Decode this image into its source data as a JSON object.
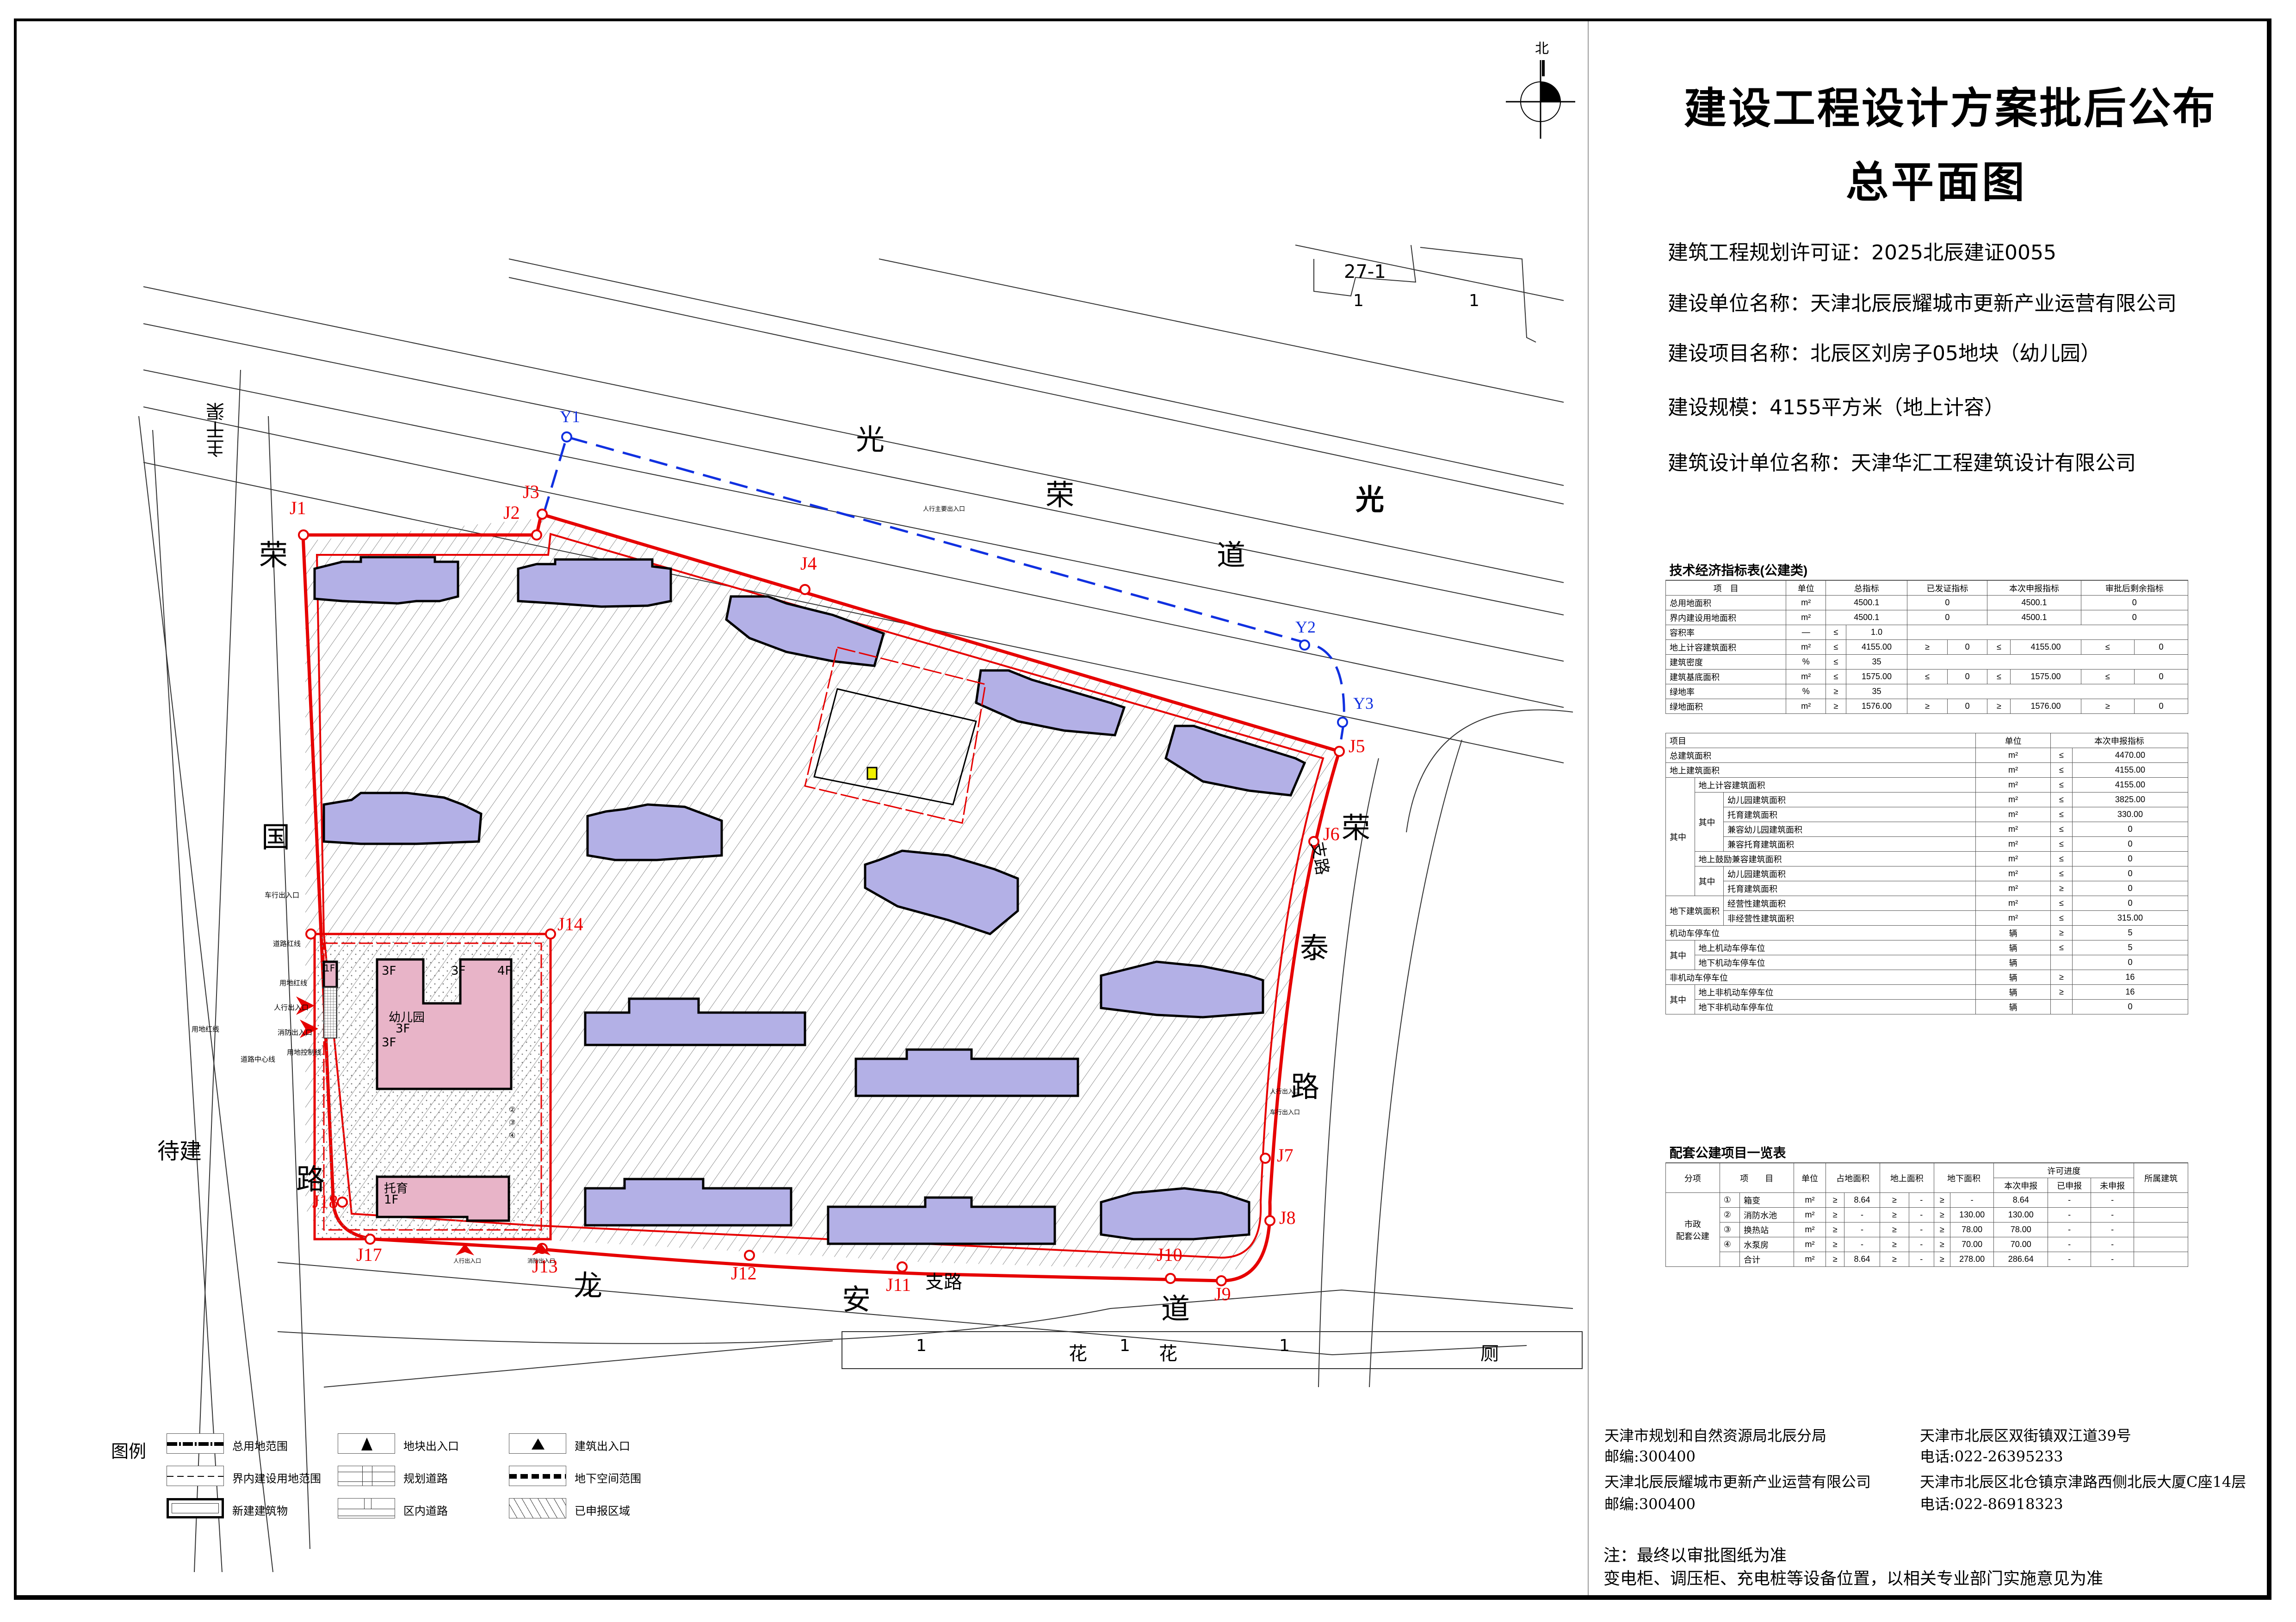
{
  "title": {
    "main": "建设工程设计方案批后公布",
    "sub": "总平面图"
  },
  "info": [
    {
      "label": "建筑工程规划许可证：",
      "value": "2025北辰建证0055"
    },
    {
      "label": "建设单位名称：",
      "value": "天津北辰辰耀城市更新产业运营有限公司"
    },
    {
      "label": "建设项目名称：",
      "value": "北辰区刘房子05地块（幼儿园）"
    },
    {
      "label": "建设规模：",
      "value": "4155平方米（地上计容）"
    },
    {
      "label": "建筑设计单位名称：",
      "value": "天津华汇工程建筑设计有限公司"
    }
  ],
  "north_arrow": {
    "label": "北"
  },
  "tech_table": {
    "caption": "技术经济指标表(公建类)",
    "headers": [
      "项　目",
      "单位",
      "总指标",
      "已发证指标",
      "本次申报指标",
      "审批后剩余指标"
    ],
    "rows": [
      {
        "item": "总用地面积",
        "unit": "m²",
        "total": "4500.1",
        "issued": "0",
        "current": "4500.1",
        "remaining": "0"
      },
      {
        "item": "界内建设用地面积",
        "unit": "m²",
        "total": "4500.1",
        "issued": "0",
        "current": "4500.1",
        "remaining": "0"
      },
      {
        "item": "容积率",
        "unit": "—",
        "op": "≤",
        "total": "1.0"
      },
      {
        "item": "地上计容建筑面积",
        "unit": "m²",
        "op": "≤",
        "total": "4155.00",
        "issued_op": "≥",
        "issued": "0",
        "current_op": "≤",
        "current": "4155.00",
        "remaining_op": "≤",
        "remaining": "0"
      },
      {
        "item": "建筑密度",
        "unit": "%",
        "op": "≤",
        "total": "35"
      },
      {
        "item": "建筑基底面积",
        "unit": "m²",
        "op": "≤",
        "total": "1575.00",
        "issued_op": "≤",
        "issued": "0",
        "current_op": "≤",
        "current": "1575.00",
        "remaining_op": "≤",
        "remaining": "0"
      },
      {
        "item": "绿地率",
        "unit": "%",
        "op": "≥",
        "total": "35"
      },
      {
        "item": "绿地面积",
        "unit": "m²",
        "op": "≥",
        "total": "1576.00",
        "issued_op": "≥",
        "issued": "0",
        "current_op": "≥",
        "current": "1576.00",
        "remaining_op": "≥",
        "remaining": "0"
      }
    ],
    "area_headers": [
      "项目",
      "单位",
      "本次申报指标"
    ],
    "area_rows": [
      {
        "g1": "总建筑面积",
        "unit": "m²",
        "op": "≤",
        "value": "4470.00"
      },
      {
        "g1": "地上建筑面积",
        "unit": "m²",
        "op": "≤",
        "value": "4155.00"
      },
      {
        "g1": "其中",
        "g2": "地上计容建筑面积",
        "unit": "m²",
        "op": "≤",
        "value": "4155.00"
      },
      {
        "g2": "其中",
        "item": "幼儿园建筑面积",
        "unit": "m²",
        "op": "≤",
        "value": "3825.00"
      },
      {
        "item": "托育建筑面积",
        "unit": "m²",
        "op": "≤",
        "value": "330.00"
      },
      {
        "item": "兼容幼儿园建筑面积",
        "unit": "m²",
        "op": "≤",
        "value": "0"
      },
      {
        "item": "兼容托育建筑面积",
        "unit": "m²",
        "op": "≤",
        "value": "0"
      },
      {
        "g2": "地上鼓励兼容建筑面积",
        "unit": "m²",
        "op": "≤",
        "value": "0"
      },
      {
        "g2": "其中",
        "item": "幼儿园建筑面积",
        "unit": "m²",
        "op": "≤",
        "value": "0"
      },
      {
        "item": "托育建筑面积",
        "unit": "m²",
        "op": "≥",
        "value": "0"
      },
      {
        "g1": "地下建筑面积",
        "item": "经营性建筑面积",
        "unit": "m²",
        "op": "≤",
        "value": "0"
      },
      {
        "item": "非经营性建筑面积",
        "unit": "m²",
        "op": "≤",
        "value": "315.00"
      },
      {
        "g1": "机动车停车位",
        "unit": "辆",
        "op": "≥",
        "value": "5"
      },
      {
        "g1": "其中",
        "item": "地上机动车停车位",
        "unit": "辆",
        "op": "≤",
        "value": "5"
      },
      {
        "item": "地下机动车停车位",
        "unit": "辆",
        "op": "",
        "value": "0"
      },
      {
        "g1": "非机动车停车位",
        "unit": "辆",
        "op": "≥",
        "value": "16"
      },
      {
        "g1": "其中",
        "item": "地上非机动车停车位",
        "unit": "辆",
        "op": "≥",
        "value": "16"
      },
      {
        "item": "地下非机动车停车位",
        "unit": "辆",
        "op": "",
        "value": "0"
      }
    ]
  },
  "facility_table": {
    "caption": "配套公建项目一览表",
    "headers": {
      "category": "分项",
      "item": "项　　目",
      "unit": "单位",
      "footprint": "占地面积",
      "above": "地上面积",
      "below": "地下面积",
      "permit": "许可进度",
      "permit_current": "本次申报",
      "permit_done": "已申报",
      "permit_pending": "未申报",
      "building": "所属建筑"
    },
    "category": "市政\n配套公建",
    "rows": [
      {
        "no": "①",
        "item": "箱变",
        "unit": "m²",
        "footprint": "8.64",
        "above": "-",
        "below": "-",
        "current": "8.64",
        "done": "-",
        "pending": "-"
      },
      {
        "no": "②",
        "item": "消防水池",
        "unit": "m²",
        "footprint": "-",
        "above": "-",
        "below": "130.00",
        "current": "130.00",
        "done": "-",
        "pending": "-"
      },
      {
        "no": "③",
        "item": "换热站",
        "unit": "m²",
        "footprint": "-",
        "above": "-",
        "below": "78.00",
        "current": "78.00",
        "done": "-",
        "pending": "-"
      },
      {
        "no": "④",
        "item": "水泵房",
        "unit": "m²",
        "footprint": "-",
        "above": "-",
        "below": "70.00",
        "current": "70.00",
        "done": "-",
        "pending": "-"
      },
      {
        "no": "",
        "item": "合计",
        "unit": "m²",
        "footprint": "8.64",
        "above": "-",
        "below": "278.00",
        "current": "286.64",
        "done": "-",
        "pending": "-"
      }
    ]
  },
  "contacts": [
    {
      "org": "天津市规划和自然资源局北辰分局",
      "address": "天津市北辰区双街镇双江道39号",
      "postcode": "邮编:300400",
      "phone": "电话:022-26395233"
    },
    {
      "org": "天津北辰辰耀城市更新产业运营有限公司",
      "address": "天津市北辰区北仓镇京津路西侧北辰大厦C座14层",
      "postcode": "邮编:300400",
      "phone": "电话:022-86918323"
    }
  ],
  "notes": [
    "注：最终以审批图纸为准",
    "变电柜、调压柜、充电桩等设备位置，以相关专业部门实施意见为准"
  ],
  "legend": {
    "title": "图例",
    "items": [
      {
        "label": "总用地范围",
        "icon": "dash-dot-thick-line-icon"
      },
      {
        "label": "地块出入口",
        "icon": "arrowhead-icon"
      },
      {
        "label": "建筑出入口",
        "icon": "triangle-icon"
      },
      {
        "label": "界内建设用地范围",
        "icon": "dashed-line-icon"
      },
      {
        "label": "规划道路",
        "icon": "road-cross-icon"
      },
      {
        "label": "地下空间范围",
        "icon": "thick-dashed-line-icon"
      },
      {
        "label": "新建建筑物",
        "icon": "double-border-rect-icon"
      },
      {
        "label": "区内道路",
        "icon": "road-tee-icon"
      },
      {
        "label": "已申报区域",
        "icon": "hatch-icon"
      }
    ]
  },
  "plan": {
    "roads": {
      "north_chars": [
        "光",
        "荣",
        "道",
        "光"
      ],
      "west_chars": [
        "荣",
        "国",
        "路"
      ],
      "east_chars": [
        "荣",
        "泰",
        "路"
      ],
      "east_branch": "支路",
      "south_chars": [
        "龙",
        "安",
        "道"
      ],
      "south_branch": "支路",
      "canal": "主干渠"
    },
    "areas": {
      "pending": "待建",
      "block_north": "27-1",
      "block_north_nums": [
        "1",
        "1"
      ],
      "south_labels": [
        "1",
        "花",
        "1",
        "花",
        "1",
        "厕"
      ]
    },
    "boundary_points": [
      "J1",
      "J2",
      "J3",
      "J4",
      "J5",
      "J6",
      "J7",
      "J8",
      "J9",
      "J10",
      "J11",
      "J12",
      "J13",
      "J14",
      "J17",
      "J18"
    ],
    "underground_points": [
      "Y1",
      "Y2",
      "Y3"
    ],
    "kindergarten": {
      "name": "幼儿园",
      "floors_main": "3F",
      "blocks": [
        "3F",
        "3F",
        "4F",
        "3F"
      ],
      "nursery": "托育",
      "nursery_floors": "1F",
      "kiosk": "1F",
      "facility_nos": [
        "②",
        "③",
        "④"
      ]
    },
    "annotations": {
      "road_red_line": "道路红线",
      "land_red_line": "用地红线",
      "ped_entry": "人行出入口",
      "fire_entry": "消防出入口",
      "land_control_line": "用地控制线",
      "road_center_line": "道路中心线",
      "vehicle_entry": "车行出入口",
      "ped_main_entry": "人行主要出入口"
    },
    "colors": {
      "boundary": "#e60000",
      "underground": "#1030e0",
      "existing_bldg": "#b3b0e6",
      "new_bldg": "#e8b4c8",
      "highlight": "#f0f000"
    }
  }
}
